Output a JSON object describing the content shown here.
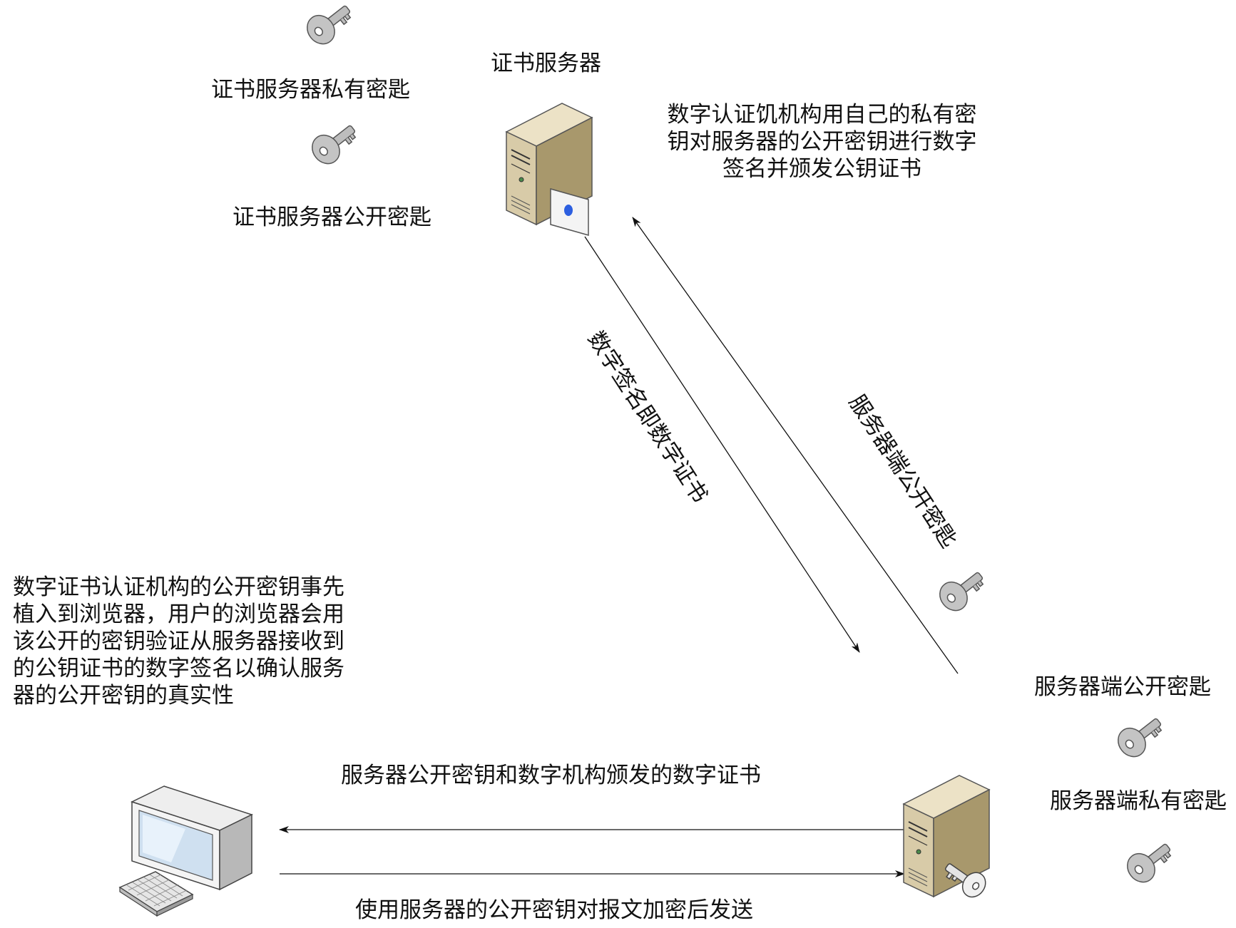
{
  "cert_server": {
    "title": "证书服务器",
    "private_key_label": "证书服务器私有密匙",
    "public_key_label": "证书服务器公开密匙",
    "sign_note": [
      "数字认证饥机构用自己的私有密",
      "钥对服务器的公开密钥进行数字",
      "签名并颁发公钥证书"
    ]
  },
  "flows": {
    "down_label": "数字签名即数字证书",
    "up_label": "服务器端公开密匙",
    "to_client_label": "服务器公开密钥和数字机构颁发的数字证书",
    "to_server_label": "使用服务器的公开密钥对报文加密后发送"
  },
  "client": {
    "note": [
      "数字证书认证机构的公开密钥事先",
      "植入到浏览器，用户的浏览器会用",
      "该公开的密钥验证从服务器接收到",
      "的公钥证书的数字签名以确认服务",
      "器的公开密钥的真实性"
    ]
  },
  "server": {
    "public_key_label": "服务器端公开密匙",
    "private_key_label": "服务器端私有密匙"
  },
  "colors": {
    "server_body": "#d8cba8",
    "server_side": "#a8986c",
    "monitor_screen": "#cfe0f0",
    "key_fill": "#b5b5b5",
    "seal": "#2d5fe0"
  }
}
